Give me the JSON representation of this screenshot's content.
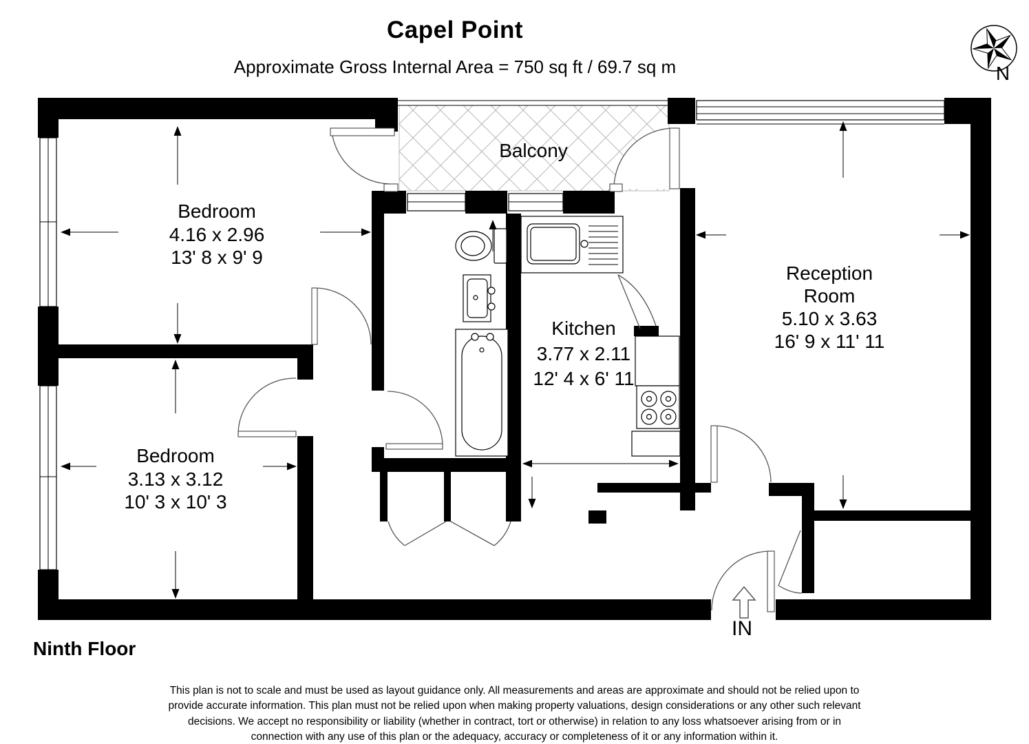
{
  "header": {
    "title": "Capel Point",
    "subtitle": "Approximate Gross Internal Area = 750 sq ft / 69.7 sq m"
  },
  "compass": {
    "label": "N"
  },
  "rooms": {
    "balcony": {
      "name": "Balcony"
    },
    "bedroom1": {
      "name": "Bedroom",
      "metric": "4.16 x 2.96",
      "imperial": "13' 8 x 9' 9"
    },
    "bedroom2": {
      "name": "Bedroom",
      "metric": "3.13 x 3.12",
      "imperial": "10' 3 x 10' 3"
    },
    "kitchen": {
      "name": "Kitchen",
      "metric": "3.77 x 2.11",
      "imperial": "12' 4 x 6' 11"
    },
    "reception": {
      "name_line1": "Reception",
      "name_line2": "Room",
      "metric": "5.10 x 3.63",
      "imperial": "16' 9 x 11' 11"
    }
  },
  "entrance": {
    "label": "IN"
  },
  "floor_label": "Ninth Floor",
  "disclaimer": [
    "This plan is not to scale and must be used as layout guidance only. All measurements and areas are approximate and should not be relied upon to",
    "provide accurate information. This plan must not be relied upon when making property valuations, design considerations or any other such relevant",
    "decisions. We accept no responsibility or liability (whether in contract, tort or otherwise) in relation to any loss whatsoever arising from or in",
    "connection with any use of this plan or the adequacy, accuracy or completeness of it or any information within it."
  ],
  "colors": {
    "walls": "#000000",
    "hatch": "#b8b8b8",
    "background": "#ffffff"
  }
}
